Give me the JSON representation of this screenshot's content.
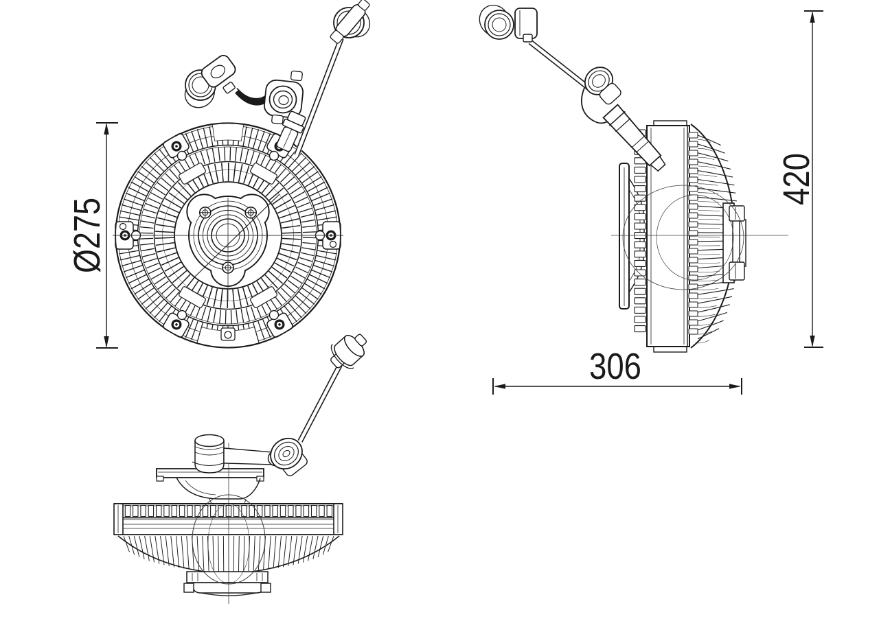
{
  "page": {
    "background_color": "#ffffff"
  },
  "drawing": {
    "line_color": "#1a1a1a",
    "description": "Three-view technical line drawing of a viscous fan clutch with electrical connector harness",
    "views": {
      "front": {
        "label": "front view"
      },
      "side": {
        "label": "side view"
      },
      "bottom": {
        "label": "bottom view"
      }
    },
    "dimensions": {
      "diameter": {
        "label": "Ø275",
        "value": 275,
        "orientation": "vertical"
      },
      "height": {
        "label": "420",
        "value": 420,
        "orientation": "vertical"
      },
      "depth": {
        "label": "306",
        "value": 306,
        "orientation": "horizontal"
      }
    }
  }
}
